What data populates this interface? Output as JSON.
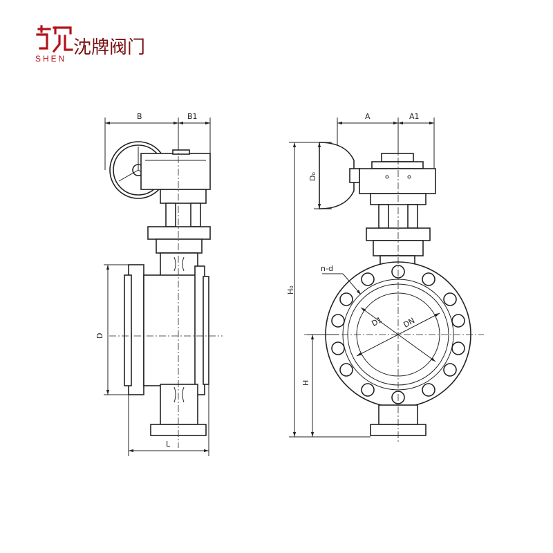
{
  "brand": {
    "logo_icon": "shen-logo-icon",
    "name": "沈牌阀门",
    "latin": "SHEN",
    "color": "#b5121b"
  },
  "labels": {
    "B": "B",
    "B1": "B1",
    "D": "D",
    "L": "L",
    "A": "A",
    "A1": "A1",
    "D0": "D₀",
    "H0": "H₀",
    "H": "H",
    "nd": "n-d",
    "D1": "D1",
    "DN": "DN"
  }
}
